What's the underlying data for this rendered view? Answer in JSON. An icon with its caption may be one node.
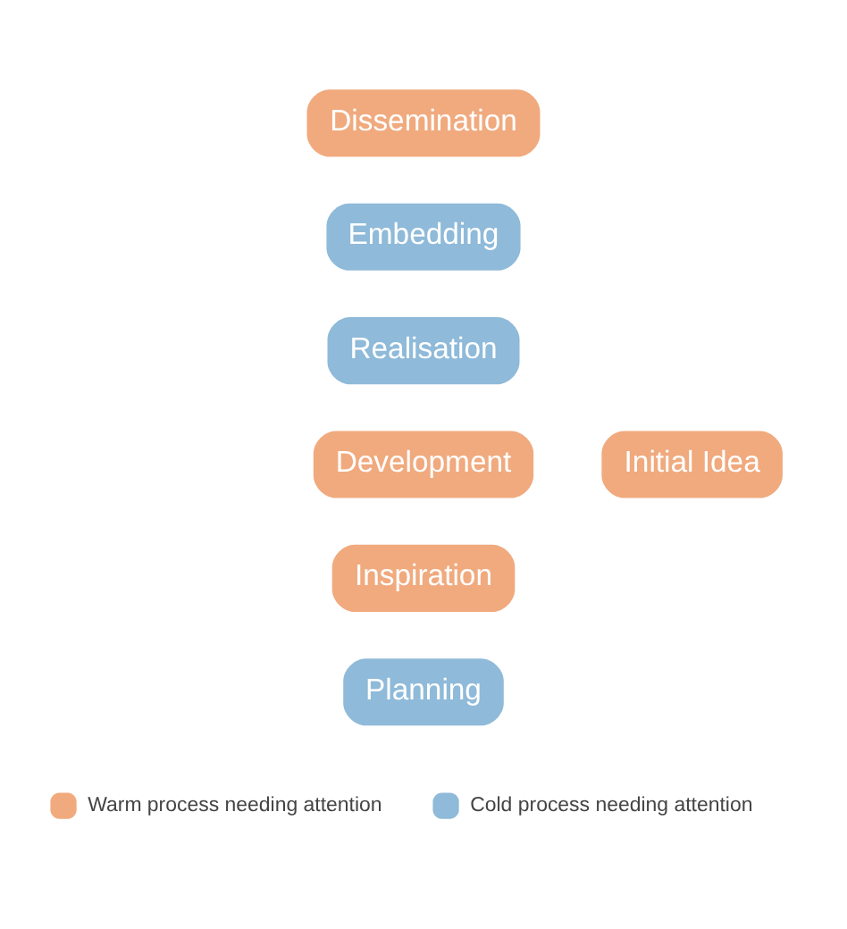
{
  "diagram": {
    "nodes": [
      {
        "text": [
          "Dissemination"
        ]
      },
      {
        "text": [
          "Embedding"
        ]
      },
      {
        "text": [
          "Realisation"
        ]
      },
      {
        "text": [
          "Development"
        ]
      },
      {
        "text": [
          "Initial Idea"
        ]
      },
      {
        "text": [
          "Inspiration"
        ]
      },
      {
        "text": [
          "Planning"
        ]
      }
    ],
    "edges": [],
    "legend": [
      {
        "text": "Warm process needing attention",
        "color": "#f0aa7e"
      },
      {
        "text": "Cold process needing attention",
        "color": "#8fbad9"
      }
    ]
  }
}
